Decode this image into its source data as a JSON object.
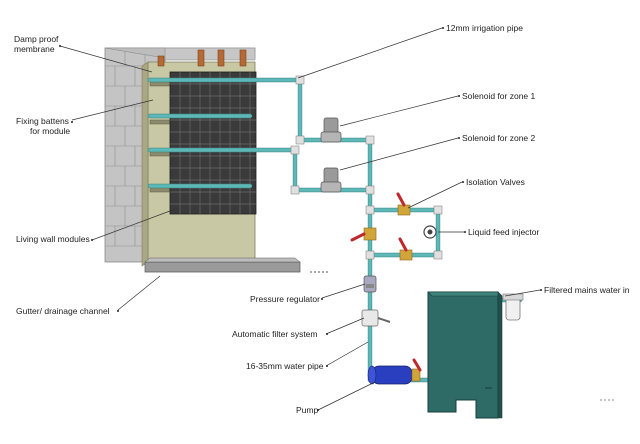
{
  "labels": {
    "damp_proof_membrane": [
      "Damp proof",
      "membrane"
    ],
    "fixing_battens": [
      "Fixing battens",
      "for module"
    ],
    "living_wall_modules": "Living wall modules",
    "gutter_drainage": "Gutter/ drainage channel",
    "irrigation_pipe": "12mm irrigation pipe",
    "solenoid_zone1": "Solenoid for zone 1",
    "solenoid_zone2": "Solenoid for zone 2",
    "isolation_valves": "Isolation Valves",
    "liquid_feed_injector": "Liquid feed injector",
    "filtered_mains": "Filtered mains water in",
    "pressure_regulator": "Pressure regulator",
    "automatic_filter": "Automatic filter system",
    "water_pipe": "16-35mm water pipe",
    "pump": "Pump"
  },
  "colors": {
    "pipe": "#5fb8b8",
    "tank": "#2f6b66",
    "pump": "#2a3fc0",
    "valve_handle": "#c0282a",
    "brass": "#d2a53a",
    "module": "#3a3a3a",
    "backing": "#c9c8a4",
    "brick": "#b9b9b9"
  }
}
